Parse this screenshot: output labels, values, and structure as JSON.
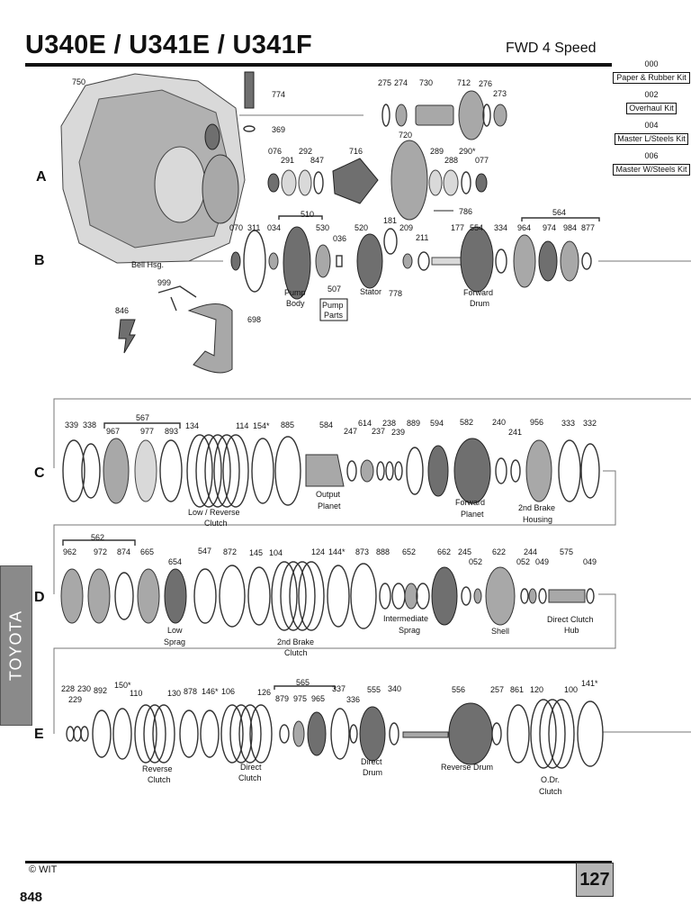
{
  "header": {
    "title": "U340E / U341E / U341F",
    "subtitle": "FWD 4 Speed"
  },
  "kits": [
    {
      "code": "000",
      "name": "Paper & Rubber Kit"
    },
    {
      "code": "002",
      "name": "Overhaul Kit"
    },
    {
      "code": "004",
      "name": "Master L/Steels Kit"
    },
    {
      "code": "006",
      "name": "Master W/Steels Kit"
    }
  ],
  "side_tab": {
    "label": "TOYOTA",
    "color": "#8a8a8a"
  },
  "rows": [
    "A",
    "B",
    "C",
    "D",
    "E"
  ],
  "part_numbers": {
    "row_ab": [
      "750",
      "774",
      "369",
      "275",
      "274",
      "730",
      "712",
      "276",
      "273",
      "076",
      "291",
      "292",
      "847",
      "716",
      "720",
      "289",
      "288",
      "290*",
      "077",
      "786",
      "510",
      "181",
      "070",
      "311",
      "034",
      "530",
      "036",
      "520",
      "209",
      "211",
      "177",
      "554",
      "334",
      "564",
      "964",
      "974",
      "984",
      "877",
      "507",
      "778",
      "999",
      "846",
      "698"
    ],
    "row_c": [
      "339",
      "338",
      "567",
      "967",
      "977",
      "893",
      "134",
      "114",
      "154*",
      "885",
      "584",
      "247",
      "614",
      "237",
      "238",
      "239",
      "889",
      "594",
      "582",
      "240",
      "241",
      "956",
      "333",
      "332"
    ],
    "row_d": [
      "562",
      "962",
      "972",
      "874",
      "665",
      "654",
      "547",
      "872",
      "145",
      "104",
      "124",
      "144*",
      "873",
      "888",
      "652",
      "662",
      "245",
      "052",
      "622",
      "244",
      "052",
      "049",
      "575",
      "049"
    ],
    "row_e": [
      "228",
      "230",
      "229",
      "892",
      "150*",
      "110",
      "130",
      "878",
      "146*",
      "106",
      "126",
      "565",
      "879",
      "975",
      "965",
      "337",
      "336",
      "555",
      "340",
      "556",
      "257",
      "861",
      "120",
      "100",
      "141*"
    ]
  },
  "descriptions": {
    "bell_housing": "Bell Hsg.",
    "pump_body": [
      "Pump",
      "Body"
    ],
    "pump_parts": [
      "Pump",
      "Parts"
    ],
    "stator": "Stator",
    "forward_drum": [
      "Forward",
      "Drum"
    ],
    "low_reverse_clutch": [
      "Low / Reverse",
      "Clutch"
    ],
    "output_planet": [
      "Output",
      "Planet"
    ],
    "forward_planet": [
      "Forward",
      "Planet"
    ],
    "second_brake_housing": [
      "2nd Brake",
      "Housing"
    ],
    "low_sprag": [
      "Low",
      "Sprag"
    ],
    "second_brake_clutch": [
      "2nd Brake",
      "Clutch"
    ],
    "intermediate_sprag": [
      "Intermediate",
      "Sprag"
    ],
    "shell": "Shell",
    "direct_clutch_hub": [
      "Direct Clutch",
      "Hub"
    ],
    "reverse_clutch": [
      "Reverse",
      "Clutch"
    ],
    "direct_clutch": [
      "Direct",
      "Clutch"
    ],
    "direct_drum": [
      "Direct",
      "Drum"
    ],
    "reverse_drum": "Reverse Drum",
    "odr_clutch": [
      "O.Dr.",
      "Clutch"
    ]
  },
  "footer": {
    "copyright": "© WIT",
    "page_number": "127",
    "book_page": "848"
  }
}
